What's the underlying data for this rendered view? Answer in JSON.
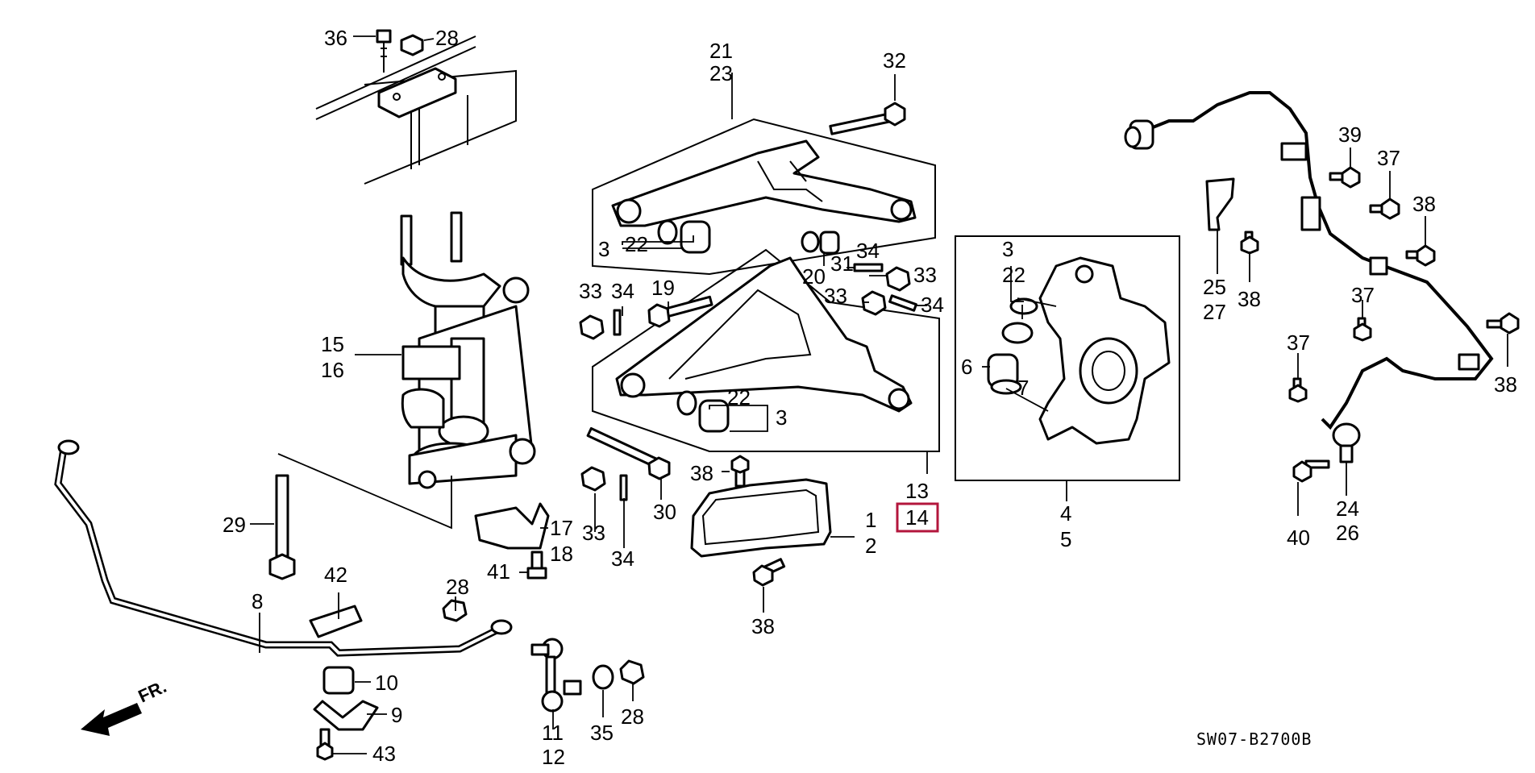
{
  "diagram": {
    "ref_code": "SW07-B2700B",
    "highlight_color": "#b3163c",
    "highlighted_part": "14",
    "direction_arrow": "FR."
  },
  "labels": {
    "p1": "1",
    "p2": "2",
    "p3a": "3",
    "p3b": "3",
    "p3c": "3",
    "p4": "4",
    "p5": "5",
    "p6": "6",
    "p7": "7",
    "p8": "8",
    "p9": "9",
    "p10": "10",
    "p11": "11",
    "p12": "12",
    "p13": "13",
    "p14": "14",
    "p15": "15",
    "p16": "16",
    "p17": "17",
    "p18": "18",
    "p19": "19",
    "p20": "20",
    "p21": "21",
    "p22a": "22",
    "p22b": "22",
    "p22c": "22",
    "p23": "23",
    "p24": "24",
    "p25": "25",
    "p26": "26",
    "p27": "27",
    "p28a": "28",
    "p28b": "28",
    "p28c": "28",
    "p29": "29",
    "p30": "30",
    "p31": "31",
    "p32": "32",
    "p33a": "33",
    "p33b": "33",
    "p33c": "33",
    "p33d": "33",
    "p34a": "34",
    "p34b": "34",
    "p34c": "34",
    "p34d": "34",
    "p35": "35",
    "p36": "36",
    "p37a": "37",
    "p37b": "37",
    "p37c": "37",
    "p38a": "38",
    "p38b": "38",
    "p38c": "38",
    "p38d": "38",
    "p38e": "38",
    "p39": "39",
    "p40": "40",
    "p41": "41",
    "p42": "42",
    "p43": "43"
  }
}
